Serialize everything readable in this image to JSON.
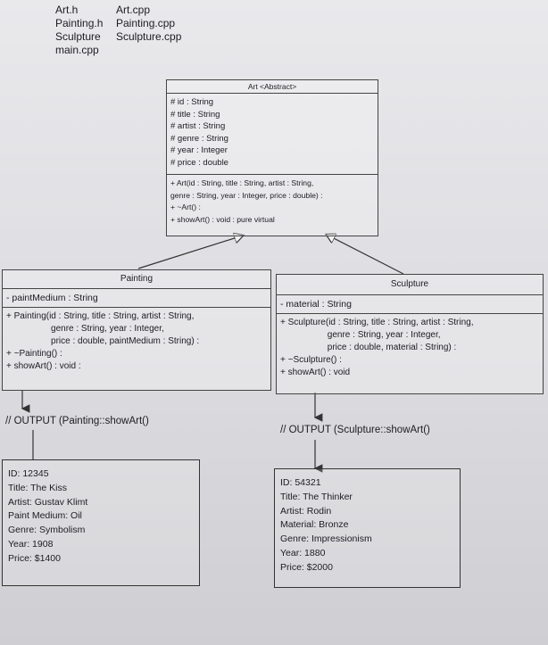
{
  "files": {
    "rows": [
      {
        "left": "Art.h",
        "right": "Art.cpp"
      },
      {
        "left": "Painting.h",
        "right": "Painting.cpp"
      },
      {
        "left": "Sculpture",
        "right": "Sculpture.cpp"
      },
      {
        "left": "main.cpp",
        "right": ""
      }
    ]
  },
  "art": {
    "title": "Art <Abstract>",
    "attributes": [
      "# id : String",
      "# title : String",
      "# artist : String",
      "# genre : String",
      "# year : Integer",
      "# price : double"
    ],
    "methods": [
      "+ Art(id : String, title : String, artist : String,",
      "genre : String, year : Integer, price : double) :",
      "+ ~Art() :",
      "+ showArt() : void : pure virtual"
    ]
  },
  "painting": {
    "title": "Painting",
    "attributes": [
      "- paintMedium : String"
    ],
    "methods": [
      "+ Painting(id : String, title : String, artist : String,",
      "                  genre : String, year : Integer,",
      "                  price : double, paintMedium : String) :",
      "+ ~Painting() :",
      "+ showArt() : void :"
    ]
  },
  "sculpture": {
    "title": "Sculpture",
    "attributes": [
      "- material : String"
    ],
    "methods": [
      "+ Sculpture(id : String, title : String, artist : String,",
      "                   genre : String, year : Integer,",
      "                   price : double, material : String) :",
      "+ ~Sculpture() :",
      "+ showArt() : void"
    ]
  },
  "painting_output": {
    "label": "// OUTPUT (Painting::showArt()",
    "lines": [
      "ID: 12345",
      "Title: The Kiss",
      "Artist: Gustav Klimt",
      "Paint Medium: Oil",
      "Genre: Symbolism",
      "Year: 1908",
      "Price: $1400"
    ]
  },
  "sculpture_output": {
    "label": "// OUTPUT (Sculpture::showArt()",
    "lines": [
      "ID: 54321",
      "Title: The Thinker",
      "Artist: Rodin",
      "Material: Bronze",
      "Genre: Impressionism",
      "Year: 1880",
      "Price: $2000"
    ]
  }
}
